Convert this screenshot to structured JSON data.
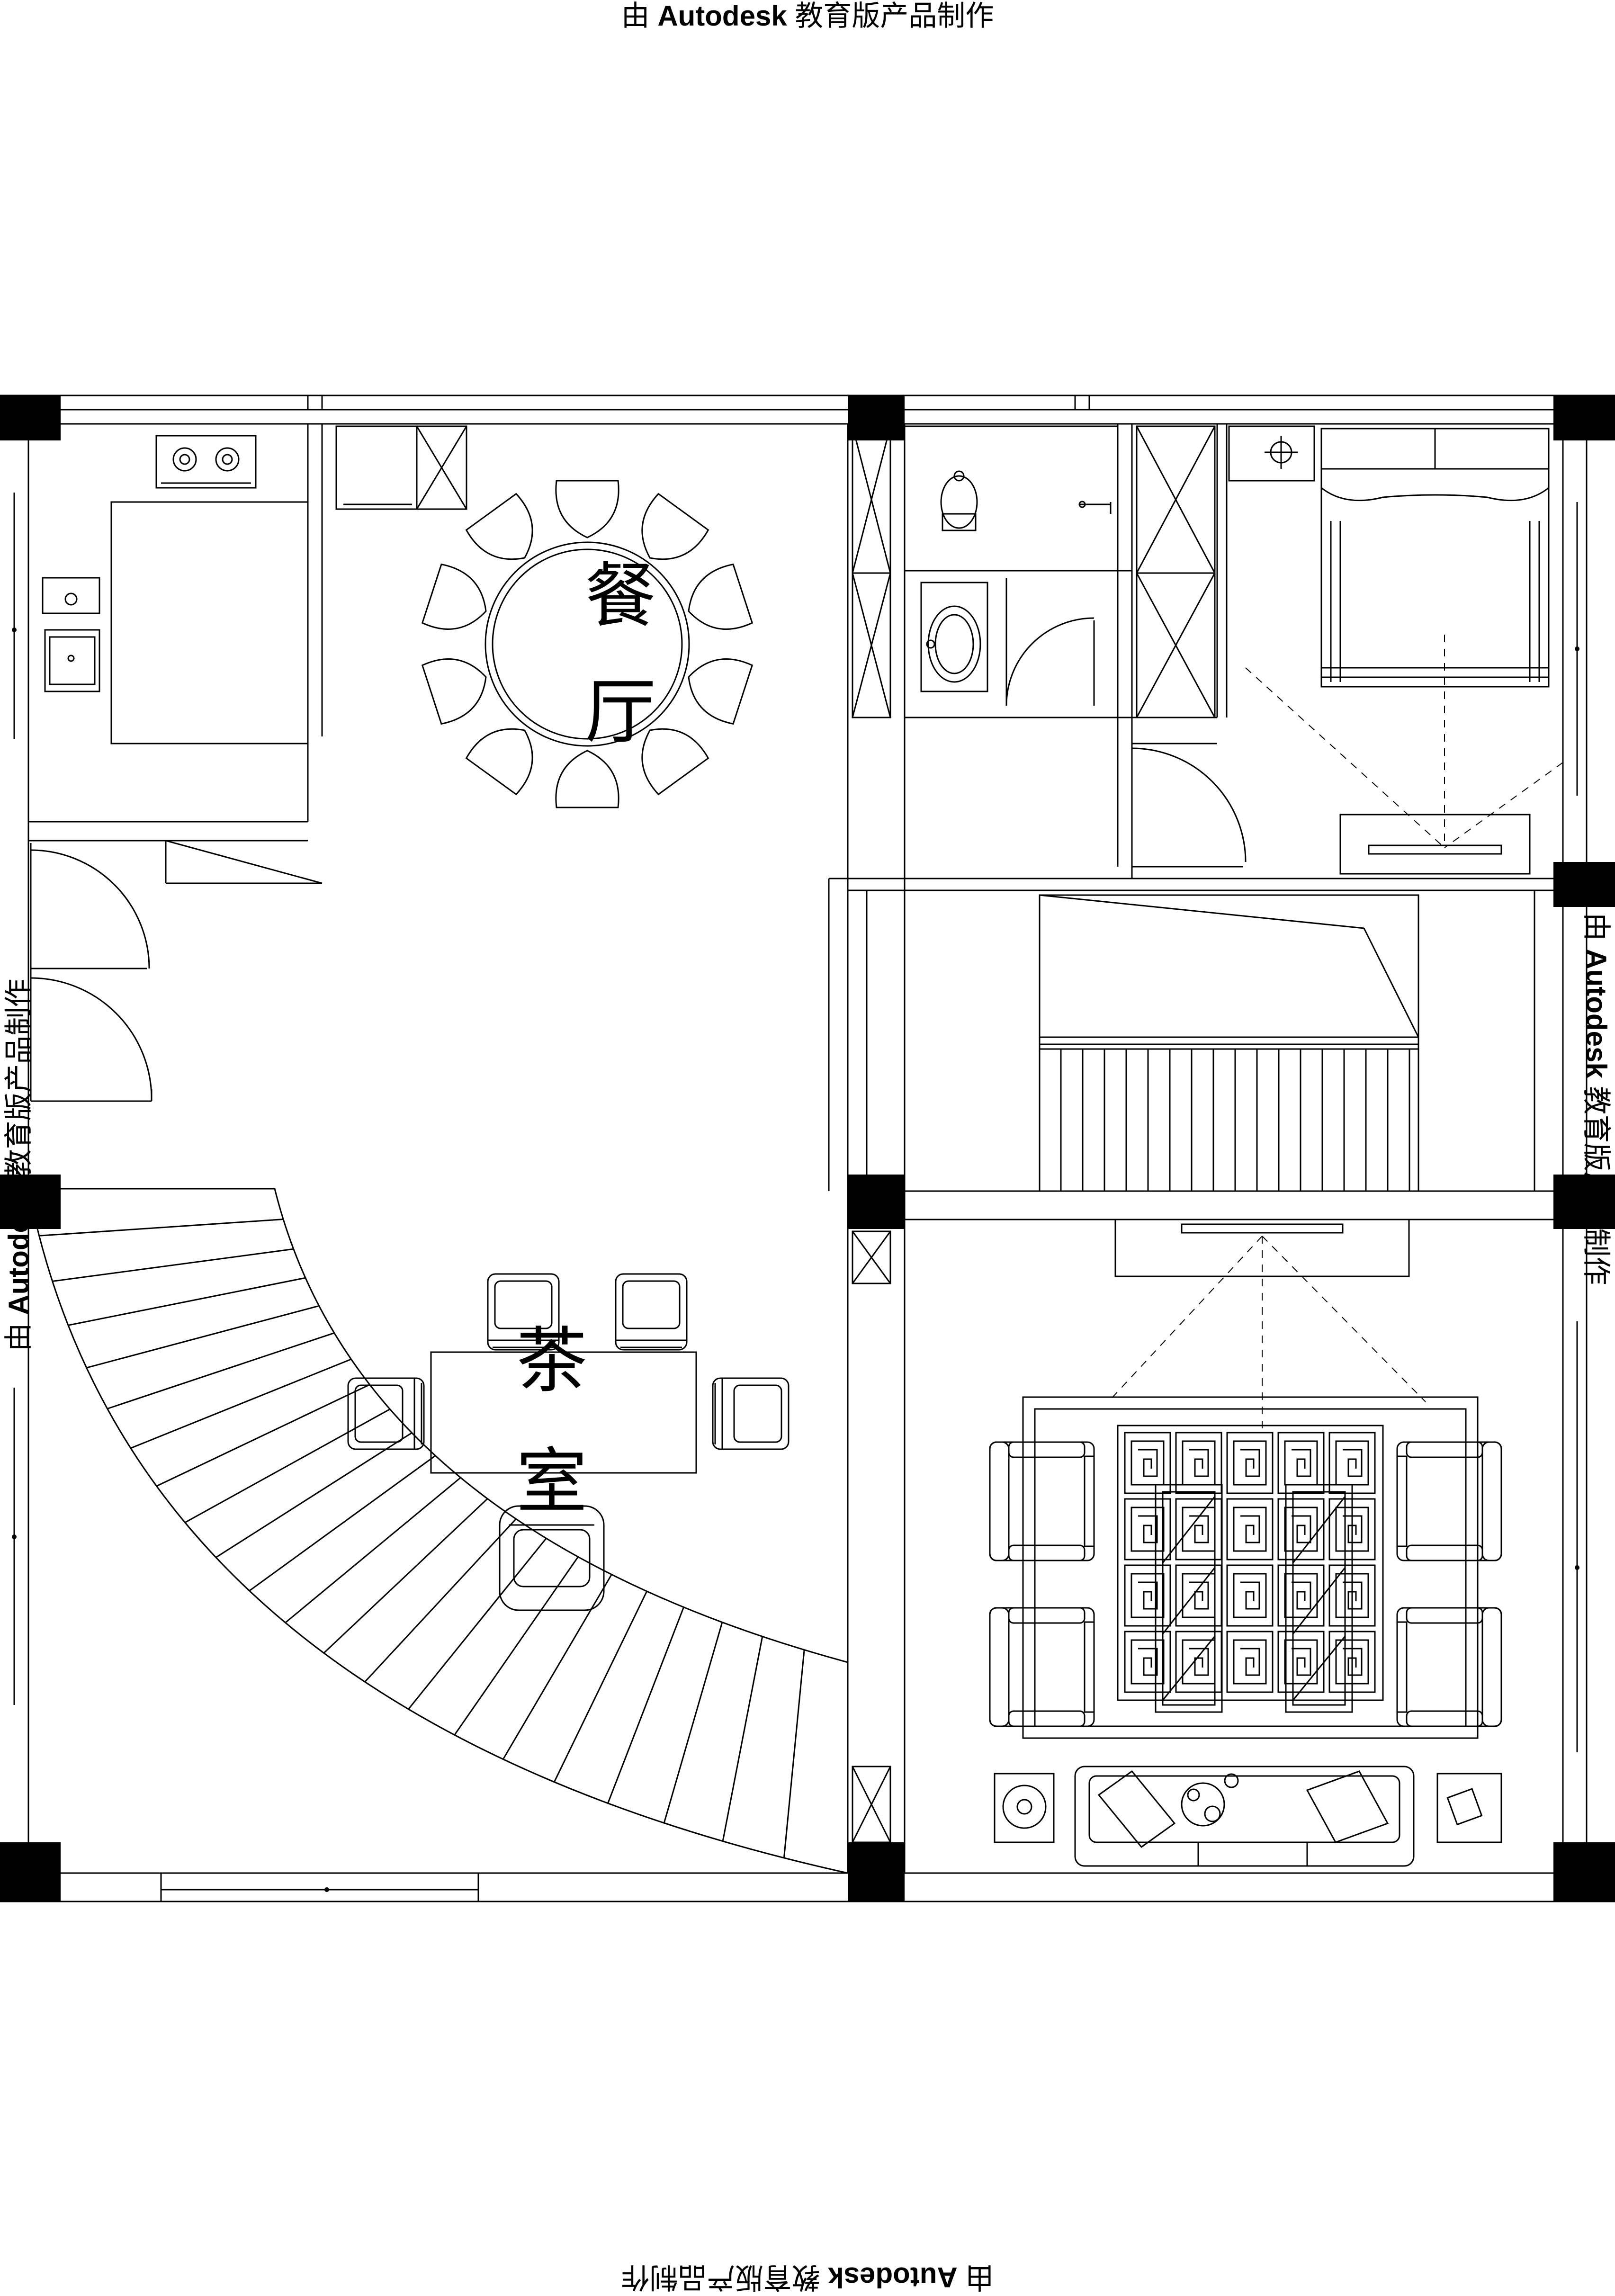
{
  "watermark": {
    "prefix": "由",
    "brand": "Autodesk",
    "suffix": "教育版产品制作"
  },
  "rooms": {
    "dining_char1": "餐",
    "dining_char2": "厅",
    "tea_char1": "茶",
    "tea_char2": "室"
  },
  "colors": {
    "line": "#000000",
    "column": "#000000",
    "background": "#ffffff"
  }
}
